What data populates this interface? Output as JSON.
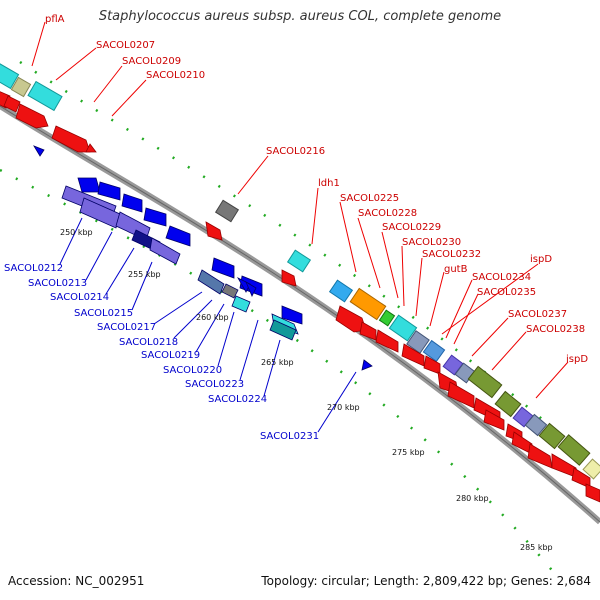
{
  "title": "Staphylococcus aureus subsp. aureus COL, complete genome",
  "footer": {
    "accession": "Accession: NC_002951",
    "summary": "Topology: circular; Length: 2,809,422 bp; Genes: 2,684"
  },
  "colors": {
    "backbone": "#999999",
    "forward_label": "#cc0000",
    "reverse_label": "#0000cc",
    "tick": "#228822"
  },
  "kbp_ticks": [
    {
      "label": "250 kbp",
      "pos": 250
    },
    {
      "label": "255 kbp",
      "pos": 255
    },
    {
      "label": "260 kbp",
      "pos": 260
    },
    {
      "label": "265 kbp",
      "pos": 265
    },
    {
      "label": "270 kbp",
      "pos": 270
    },
    {
      "label": "275 kbp",
      "pos": 275
    },
    {
      "label": "280 kbp",
      "pos": 280
    },
    {
      "label": "285 kbp",
      "pos": 285
    }
  ],
  "forward_labels": [
    "pflA",
    "SACOL0207",
    "SACOL0209",
    "SACOL0210",
    "SACOL0216",
    "ldh1",
    "SACOL0225",
    "SACOL0228",
    "SACOL0229",
    "SACOL0230",
    "SACOL0232",
    "gutB",
    "ispD",
    "SACOL0234",
    "SACOL0235",
    "SACOL0237",
    "SACOL0238",
    "ispD"
  ],
  "reverse_labels": [
    "SACOL0212",
    "SACOL0213",
    "SACOL0214",
    "SACOL0215",
    "SACOL0217",
    "SACOL0218",
    "SACOL0219",
    "SACOL0220",
    "SACOL0223",
    "SACOL0224",
    "SACOL0231"
  ]
}
